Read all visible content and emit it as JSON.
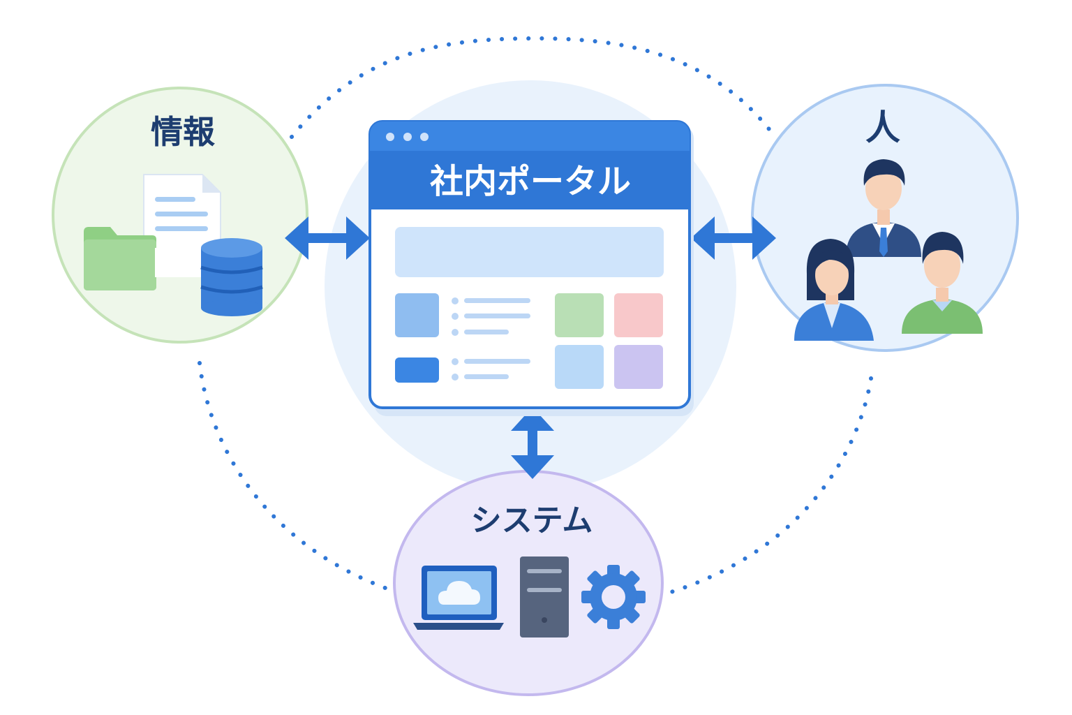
{
  "portal": {
    "title": "社内ポータル"
  },
  "nodes": {
    "info": {
      "label": "情報"
    },
    "people": {
      "label": "人"
    },
    "system": {
      "label": "システム"
    }
  },
  "colors": {
    "primary": "#2f77d6",
    "primary_dark": "#1f5fbf",
    "title_text": "#1d3d70",
    "info_fill": "#eef7ea",
    "info_stroke": "#c5e3b8",
    "people_fill": "#e8f2fd",
    "people_stroke": "#a9c9f1",
    "system_fill": "#ece9fb",
    "system_stroke": "#c3b8ee",
    "halo": "#e6f0fc",
    "dots": "#2f77d6"
  }
}
